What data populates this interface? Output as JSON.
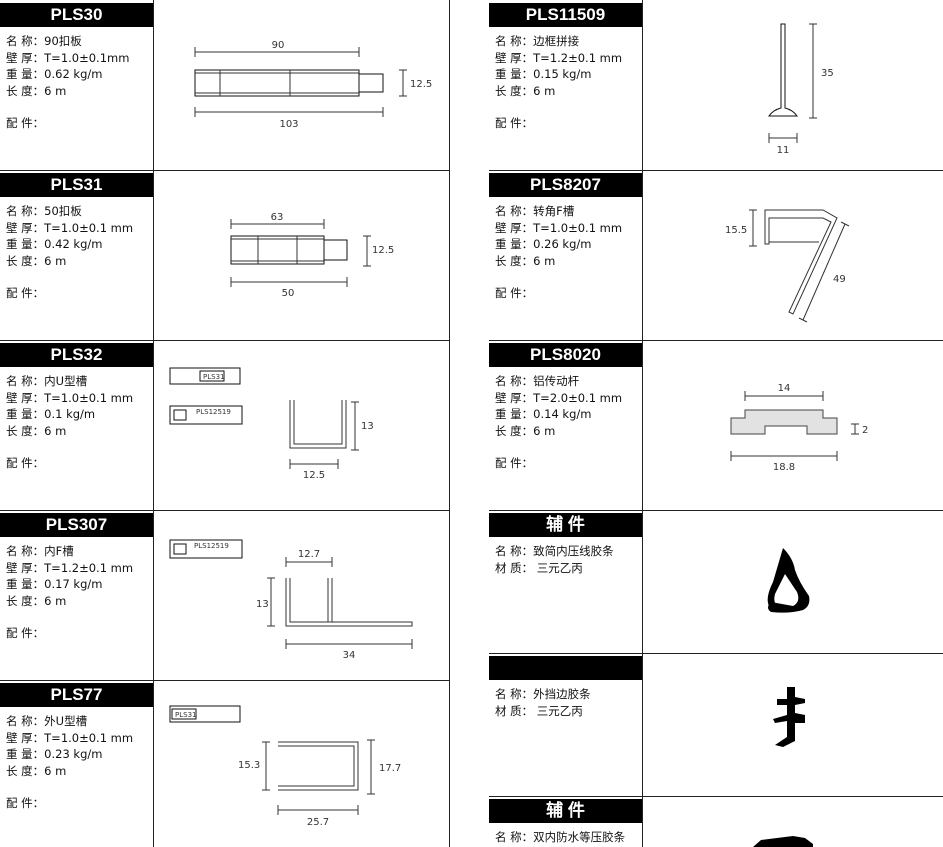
{
  "left": [
    {
      "code": "PLS30",
      "name": "名 称：90扣板",
      "wall": "壁 厚：T=1.0±0.1mm",
      "weight": "重 量：0.62 kg/m",
      "length": "长 度：6 m",
      "acc": "配 件：",
      "dims": {
        "top": "90",
        "bottom": "103",
        "side": "12.5"
      }
    },
    {
      "code": "PLS31",
      "name": "名 称：50扣板",
      "wall": "壁 厚：T=1.0±0.1 mm",
      "weight": "重 量：0.42 kg/m",
      "length": "长 度：6 m",
      "acc": "配 件：",
      "dims": {
        "top": "63",
        "bottom": "50",
        "side": "12.5"
      }
    },
    {
      "code": "PLS32",
      "name": "名 称：内U型槽",
      "wall": "壁 厚：T=1.0±0.1 mm",
      "weight": "重 量：0.1 kg/m",
      "length": "长 度：6 m",
      "acc": "配 件：",
      "dims": {
        "tag1": "PLS31",
        "tag2": "PLS12519",
        "side": "13",
        "bottom": "12.5"
      }
    },
    {
      "code": "PLS307",
      "name": "名 称：内F槽",
      "wall": "壁 厚：T=1.2±0.1 mm",
      "weight": "重 量：0.17 kg/m",
      "length": "长 度：6 m",
      "acc": "配 件：",
      "dims": {
        "tag1": "PLS12519",
        "top": "12.7",
        "side": "13",
        "bottom": "34"
      }
    },
    {
      "code": "PLS77",
      "name": "名 称：外U型槽",
      "wall": "壁 厚：T=1.0±0.1 mm",
      "weight": "重 量：0.23 kg/m",
      "length": "长 度：6 m",
      "acc": "配 件：",
      "dims": {
        "tag1": "PLS31",
        "left": "15.3",
        "right": "17.7",
        "bottom": "25.7"
      }
    }
  ],
  "right": [
    {
      "code": "PLS11509",
      "name": "名 称：边框拼接",
      "wall": "壁 厚：T=1.2±0.1 mm",
      "weight": "重 量：0.15 kg/m",
      "length": "长 度：6 m",
      "acc": "配 件：",
      "dims": {
        "side": "35",
        "bottom": "11"
      }
    },
    {
      "code": "PLS8207",
      "name": "名 称：转角F槽",
      "wall": "壁 厚：T=1.0±0.1 mm",
      "weight": "重 量：0.26 kg/m",
      "length": "长 度：6 m",
      "acc": "配 件：",
      "dims": {
        "left": "15.5",
        "diag": "49"
      }
    },
    {
      "code": "PLS8020",
      "name": "名 称：铝传动杆",
      "wall": "壁 厚：T=2.0±0.1 mm",
      "weight": "重 量：0.14 kg/m",
      "length": "长 度：6 m",
      "acc": "配 件：",
      "dims": {
        "top": "14",
        "side": "2",
        "bottom": "18.8"
      }
    },
    {
      "code": "辅 件",
      "name": "名 称：致简内压线胶条",
      "material": "材 质： 三元乙丙"
    },
    {
      "code": "",
      "name": "名 称：外挡边胶条",
      "material": "材 质： 三元乙丙"
    },
    {
      "code": "辅 件",
      "name": "名 称：双内防水等压胶条"
    }
  ]
}
